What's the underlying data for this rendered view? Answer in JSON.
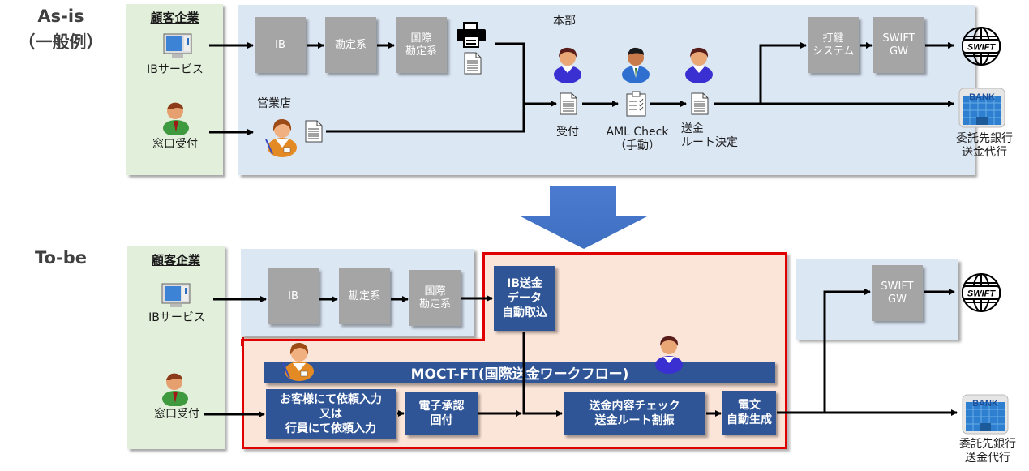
{
  "as_is": {
    "title_line1": "As-is",
    "title_line2": "（一般例）",
    "customer_panel": {
      "heading": "顧客企業",
      "ib_label": "IBサービス",
      "counter_label": "窓口受付"
    },
    "branch_label": "営業店",
    "hq_label": "本部",
    "boxes": {
      "ib": "IB",
      "kanjo": "勘定系",
      "kokusai_line1": "国際",
      "kokusai_line2": "勘定系",
      "daken_line1": "打鍵",
      "daken_line2": "システム",
      "swift_line1": "SWIFT",
      "swift_line2": "GW"
    },
    "steps": {
      "uketsuke": "受付",
      "aml_line1": "AML Check",
      "aml_line2": "（手動）",
      "route_line1": "送金",
      "route_line2": "ルート決定"
    },
    "swift_logo_text": "SWIFT",
    "bank_logo_text": "BANK",
    "bank_label_line1": "委託先銀行",
    "bank_label_line2": "送金代行"
  },
  "to_be": {
    "title": "To-be",
    "customer_panel": {
      "heading": "顧客企業",
      "ib_label": "IBサービス",
      "counter_label": "窓口受付"
    },
    "boxes": {
      "ib": "IB",
      "kanjo": "勘定系",
      "kokusai_line1": "国際",
      "kokusai_line2": "勘定系",
      "swift_line1": "SWIFT",
      "swift_line2": "GW"
    },
    "ib_import_lines": [
      "IB送金",
      "データ",
      "自動取込"
    ],
    "workflow_bar": "MOCT-FT(国際送金ワークフロー)",
    "input_lines": [
      "お客様にて依頼入力",
      "又は",
      "行員にて依頼入力"
    ],
    "approval_lines": [
      "電子承認",
      "回付"
    ],
    "check_lines": [
      "送金内容チェック",
      "送金ルート割振"
    ],
    "message_lines": [
      "電文",
      "自動生成"
    ],
    "swift_logo_text": "SWIFT",
    "bank_logo_text": "BANK",
    "bank_label_line1": "委託先銀行",
    "bank_label_line2": "送金代行"
  },
  "colors": {
    "green_panel": "#e2efda",
    "blue_panel": "#dce7f4",
    "red_border": "#e00000",
    "red_panel": "#fbe4d8",
    "gray_box": "#a5a5a5",
    "navy_box": "#2f5597",
    "transition_arrow": "#4472c4"
  }
}
